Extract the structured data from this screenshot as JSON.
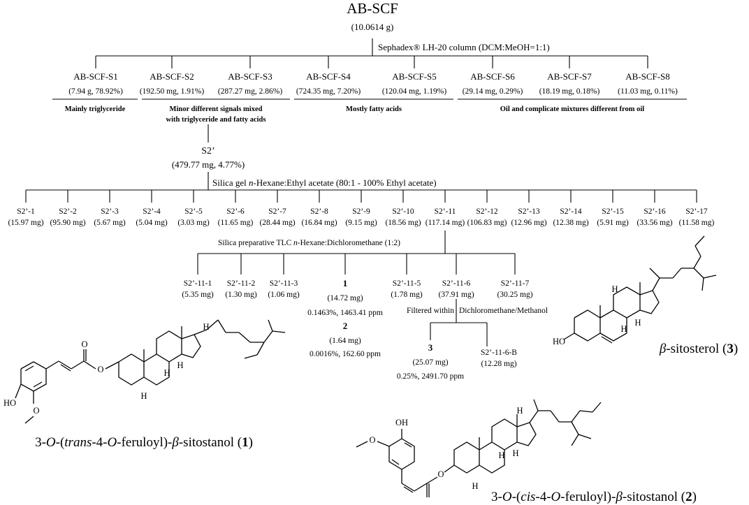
{
  "root": {
    "name": "AB-SCF",
    "mass": "(10.0614 g)",
    "method": "Sephadex® LH-20 column (DCM:MeOH=1:1)"
  },
  "fractions": [
    {
      "name": "AB-SCF-S1",
      "amount": "(7.94 g, 78.92%)"
    },
    {
      "name": "AB-SCF-S2",
      "amount": "(192.50 mg, 1.91%)"
    },
    {
      "name": "AB-SCF-S3",
      "amount": "(287.27 mg, 2.86%)"
    },
    {
      "name": "AB-SCF-S4",
      "amount": "(724.35 mg, 7.20%)"
    },
    {
      "name": "AB-SCF-S5",
      "amount": "(120.04 mg, 1.19%)"
    },
    {
      "name": "AB-SCF-S6",
      "amount": "(29.14 mg, 0.29%)"
    },
    {
      "name": "AB-SCF-S7",
      "amount": "(18.19 mg, 0.18%)"
    },
    {
      "name": "AB-SCF-S8",
      "amount": "(11.03 mg, 0.11%)"
    }
  ],
  "notes": {
    "n1": "Mainly triglyceride",
    "n2a": "Minor different signals mixed",
    "n2b": "with triglyceride and fatty acids",
    "n3": "Mostly fatty acids",
    "n4": "Oil and complicate mixtures different from oil"
  },
  "s2prime": {
    "name": "S2’",
    "amount": "(479.77 mg, 4.77%)",
    "method_prefix": "Silica gel ",
    "method_italic": "n",
    "method_suffix": "-Hexane:Ethyl acetate (80:1 - 100% Ethyl acetate)"
  },
  "subfractions": [
    {
      "name": "S2’-1",
      "amount": "(15.97 mg)"
    },
    {
      "name": "S2’-2",
      "amount": "(95.90 mg)"
    },
    {
      "name": "S2’-3",
      "amount": "(5.67 mg)"
    },
    {
      "name": "S2’-4",
      "amount": "(5.04 mg)"
    },
    {
      "name": "S2’-5",
      "amount": "(3.03 mg)"
    },
    {
      "name": "S2’-6",
      "amount": "(11.65 mg)"
    },
    {
      "name": "S2’-7",
      "amount": "(28.44 mg)"
    },
    {
      "name": "S2’-8",
      "amount": "(16.84 mg)"
    },
    {
      "name": "S2’-9",
      "amount": "(9.15 mg)"
    },
    {
      "name": "S2’-10",
      "amount": "(18.56 mg)"
    },
    {
      "name": "S2’-11",
      "amount": "(117.14 mg)"
    },
    {
      "name": "S2’-12",
      "amount": "(106.83 mg)"
    },
    {
      "name": "S2’-13",
      "amount": "(12.96 mg)"
    },
    {
      "name": "S2’-14",
      "amount": "(12.38 mg)"
    },
    {
      "name": "S2’-15",
      "amount": "(5.91 mg)"
    },
    {
      "name": "S2’-16",
      "amount": "(33.56 mg)"
    },
    {
      "name": "S2’-17",
      "amount": "(11.58 mg)"
    }
  ],
  "tlc": {
    "prefix": "Silica preparative TLC ",
    "italic": "n",
    "suffix": "-Hexane:Dichloromethane (1:2)"
  },
  "s211": [
    {
      "name": "S2’-11-1",
      "amount": "(5.35 mg)"
    },
    {
      "name": "S2’-11-2",
      "amount": "(1.30 mg)"
    },
    {
      "name": "S2’-11-3",
      "amount": "(1.06 mg)"
    },
    {
      "name": "1",
      "amount": "(14.72 mg)",
      "extra": "0.1463%, 1463.41 ppm"
    },
    {
      "name": "S2’-11-5",
      "amount": "(1.78 mg)"
    },
    {
      "name": "S2’-11-6",
      "amount": "(37.91 mg)"
    },
    {
      "name": "S2’-11-7",
      "amount": "(30.25 mg)"
    }
  ],
  "compound2": {
    "name": "2",
    "amount": "(1.64 mg)",
    "extra": "0.0016%, 162.60 ppm"
  },
  "filter": {
    "left": "Filtered within",
    "right": "Dichloromethane/Methanol",
    "p3_name": "3",
    "p3_amount": "(25.07 mg)",
    "p3_extra": "0.25%, 2491.70 ppm",
    "b_name": "S2’-11-6-B",
    "b_amount": "(12.28 mg)"
  },
  "structures": {
    "s1": {
      "p1": "3-",
      "p2": "O",
      "p3": "-(",
      "p4": "trans",
      "p5": "-4-",
      "p6": "O",
      "p7": "-feruloyl)-",
      "p8": "β",
      "p9": "-sitostanol (",
      "p10": "1",
      "p11": ")"
    },
    "s2": {
      "p1": "3-",
      "p2": "O",
      "p3": "-(",
      "p4": "cis",
      "p5": "-4-",
      "p6": "O",
      "p7": "-feruloyl)-",
      "p8": "β",
      "p9": "-sitostanol (",
      "p10": "2",
      "p11": ")"
    },
    "s3": {
      "p1": "β",
      "p2": "-sitosterol (",
      "p3": "3",
      "p4": ")"
    },
    "atoms": {
      "H": "H",
      "HO": "HO",
      "O": "O",
      "OH": "OH"
    }
  }
}
